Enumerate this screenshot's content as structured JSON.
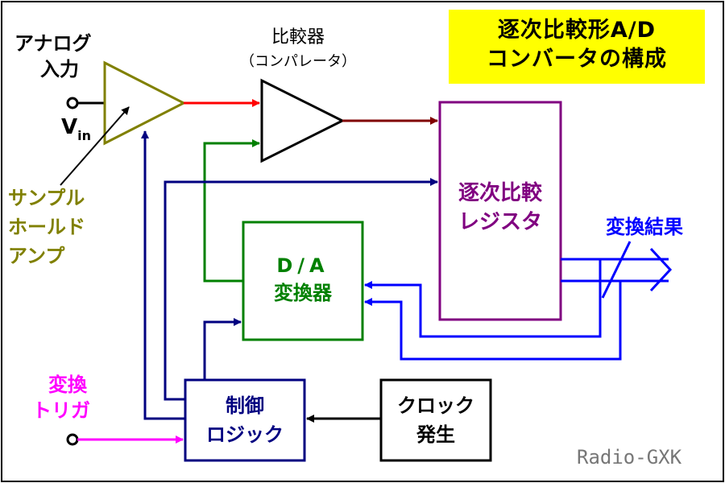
{
  "title": {
    "line1": "逐次比較形A/D",
    "line2": "コンバータの構成",
    "bg": "#ffff00"
  },
  "labels": {
    "analog_input_line1": "アナログ",
    "analog_input_line2": "入力",
    "vin_main": "V",
    "vin_sub": "in",
    "comparator_line1": "比較器",
    "comparator_line2": "（コンパレータ）",
    "sample_hold_line1": "サンプル",
    "sample_hold_line2": "ホールド",
    "sample_hold_line3": "アンプ",
    "sar_line1": "逐次比較",
    "sar_line2": "レジスタ",
    "result": "変換結果",
    "dac_line1": "D/A",
    "dac_line2": "変換器",
    "trigger_line1": "変換",
    "trigger_line2": "トリガ",
    "control_line1": "制御",
    "control_line2": "ロジック",
    "clock_line1": "クロック",
    "clock_line2": "発生",
    "watermark": "Radio-GXK"
  },
  "colors": {
    "sample_hold": "#808000",
    "red_signal": "#ff0000",
    "comparator_out": "#800000",
    "sar": "#800080",
    "dac": "#008000",
    "control": "#000080",
    "result_bus": "#0000ff",
    "trigger": "#ff00ff",
    "clock": "#000000"
  }
}
